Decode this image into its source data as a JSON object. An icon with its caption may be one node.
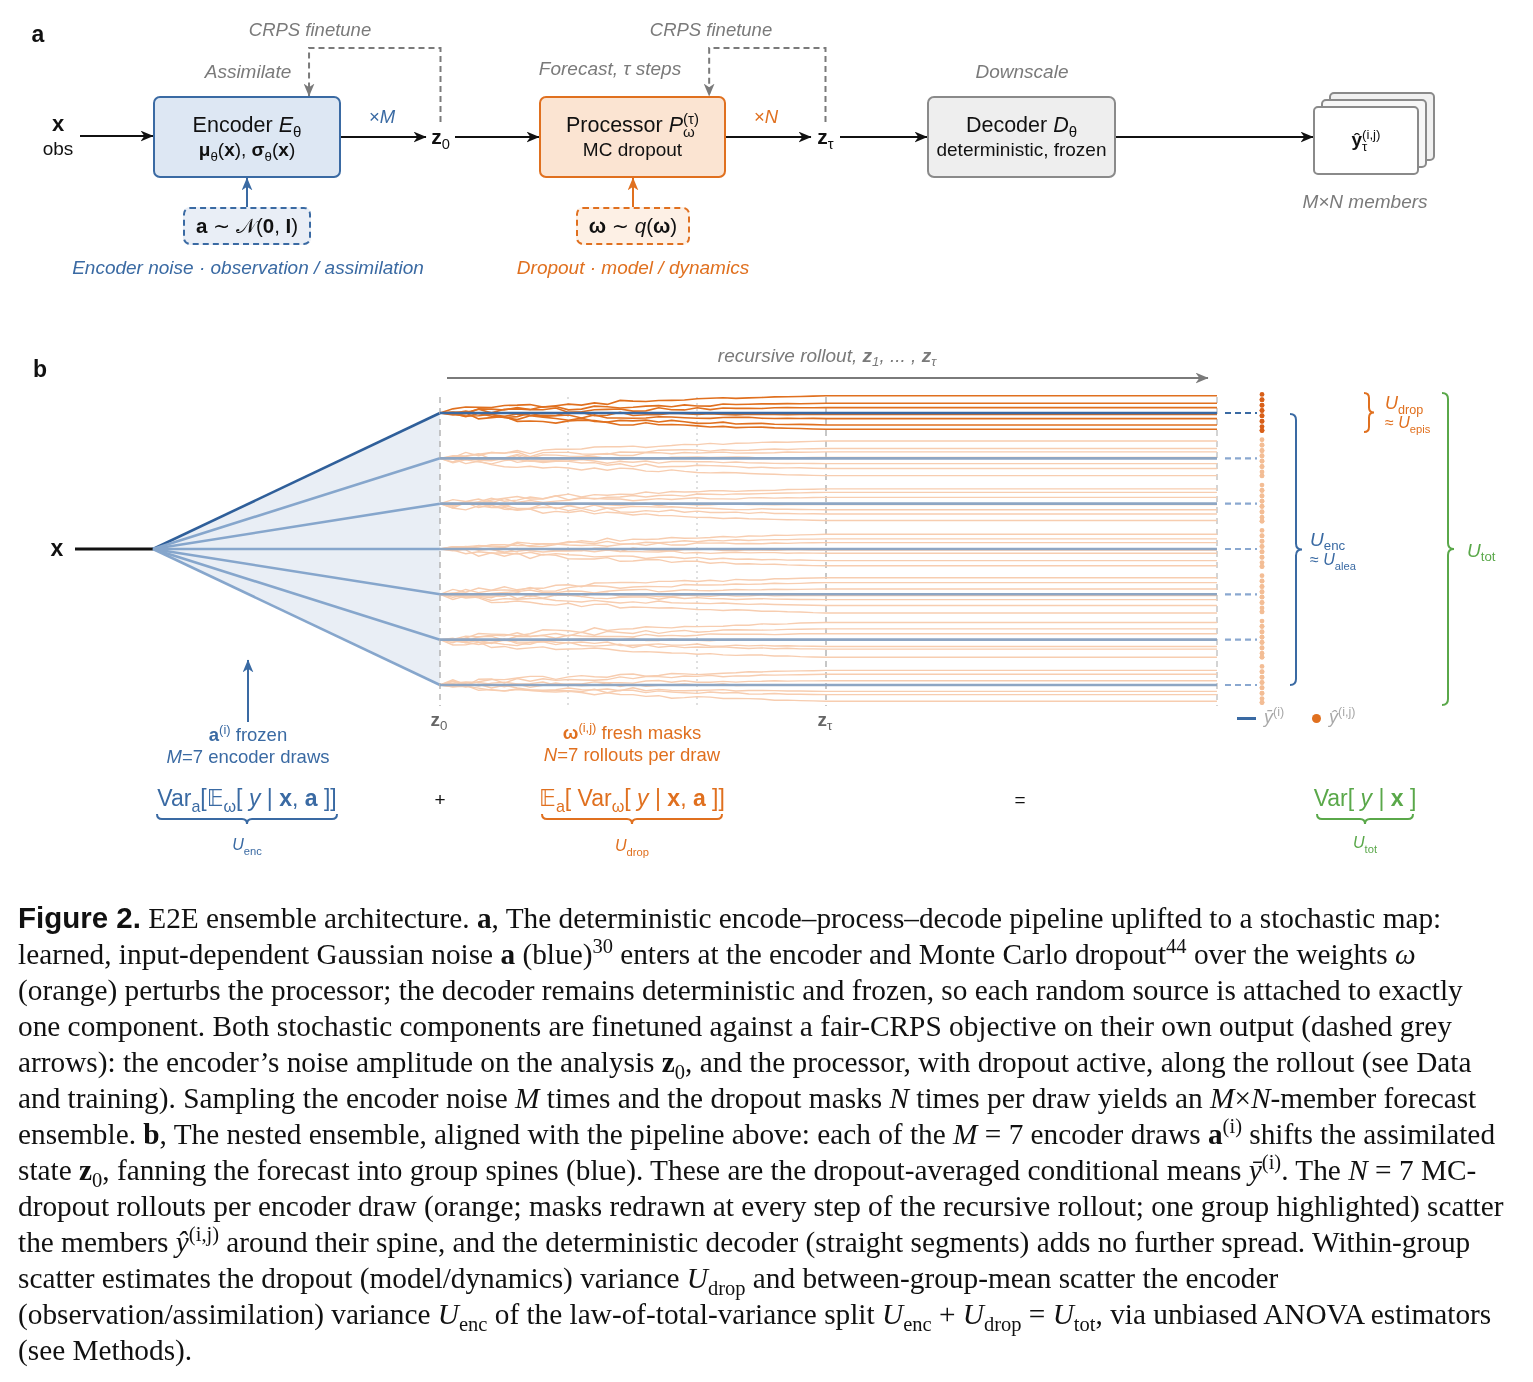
{
  "diagram": {
    "caption": "**Figure 2.** E2E ensemble architecture. **a**, The deterministic encode–process–decode pipeline uplifted to a stochastic map: learned, input-dependent Gaussian noise **a** (blue)$^{30}$ enters at the encoder and Monte Carlo dropout$^{44}$ over the weights *ω* (orange) perturbs the processor; the decoder remains deterministic and frozen, so each random source is attached to exactly one component. Both stochastic components are finetuned against a fair-CRPS objective on their own output (dashed grey arrows): the encoder’s noise amplitude on the analysis **z**$_{0}$, and the processor, with dropout active, along the rollout (see Data and training). Sampling the encoder noise *M* times and the dropout masks *N* times per draw yields an *M*×*N*-member forecast ensemble. **b**, The nested ensemble, aligned with the pipeline above: each of the *M* = 7 encoder draws **a**$^{(i)}$ shifts the assimilated state **z**$_{0}$, fanning the forecast into group spines (blue). These are the dropout-averaged conditional means *ȳ*$^{(i)}$. The *N* = 7 MC-dropout rollouts per encoder draw (orange; masks redrawn at every step of the recursive rollout; one group highlighted) scatter the members *ŷ*$^{(i,j)}$ around their spine, and the deterministic decoder (straight segments) adds no further spread. Within-group scatter estimates the dropout (model/dynamics) variance *U*$_{drop}$ and between-group-mean scatter the encoder (observation/assimilation) variance *U*$_{enc}$ of the law-of-total-variance split *U*$_{enc}$ + *U*$_{drop}$ = *U*$_{tot}$, via unbiased ANOVA estimators (see Methods).",
    "nodes": [
      {
        "text": [
          "x",
          "obs"
        ]
      },
      {
        "text": [
          "Encoder *E*$_{θ}$",
          "**μ**$_{θ}$(**x**), **σ**$_{θ}$(**x**)"
        ],
        "beside": [
          "Assimilate"
        ]
      },
      {
        "text": [
          "**z**$_{0}$"
        ]
      },
      {
        "text": [
          "Processor *P*$_{ω}$$^{(τ)}$",
          "MC dropout"
        ],
        "beside": [
          "Forecast, τ steps"
        ]
      },
      {
        "text": [
          "**z**$_{τ}$"
        ]
      },
      {
        "text": [
          "Decoder *D*$_{θ}$",
          "deterministic, frozen"
        ],
        "beside": [
          "Downscale"
        ]
      },
      {
        "text": [
          "**ŷ**$_{τ}$$^{(i,j)}$"
        ],
        "beside": [
          "M×N members"
        ]
      },
      {
        "text": [
          "**a** ∼ 𝒩(**0**, **I**)"
        ],
        "beside": [
          "Encoder noise · observation / assimilation"
        ]
      },
      {
        "text": [
          "**ω** ∼ *q*(**ω**)"
        ],
        "beside": [
          "Dropout · model / dynamics"
        ]
      },
      {
        "text": [
          "**a**$^{(i)}$ frozen",
          "*M*=7 encoder draws"
        ]
      }
    ],
    "edges": [
      {
        "from": 0,
        "to": 1,
        "arrow": "to"
      },
      {
        "from": 1,
        "to": 2,
        "arrow": "to",
        "label": "×*M*"
      },
      {
        "from": 2,
        "to": 1,
        "arrow": "to",
        "label": "CRPS finetune",
        "style": "dashed",
        "color": "#7a7a7a"
      },
      {
        "from": 2,
        "to": 3,
        "arrow": "to"
      },
      {
        "from": 3,
        "to": 4,
        "arrow": "to",
        "label": "×*N*"
      },
      {
        "from": 4,
        "to": 3,
        "arrow": "to",
        "label": "CRPS finetune",
        "style": "dashed",
        "color": "#7a7a7a"
      },
      {
        "from": 4,
        "to": 5,
        "arrow": "to"
      },
      {
        "from": 5,
        "to": 6,
        "arrow": "to"
      },
      {
        "from": 7,
        "to": 1,
        "arrow": "to",
        "color": "#3a6aa3"
      },
      {
        "from": 8,
        "to": 3,
        "arrow": "to",
        "color": "#e0701f"
      },
      {
        "from": 9,
        "to": null,
        "arrow": "to",
        "color": "#3a6aa3"
      }
    ],
    "labels": [
      "a",
      "b",
      "recursive rollout, **z**$_{1}$, ... , **z**$_{τ}$",
      "*U*$_{drop}$",
      "≈ *U*$_{epis}$",
      "x",
      "*U*$_{enc}$",
      "≈ *U*$_{alea}$",
      "*U*$_{tot}$",
      "**z**$_{0}$",
      "**z**$_{τ}$",
      "**ω**$^{(i,j)}$ fresh masks",
      "*N*=7 rollouts per draw",
      "Var$_{a}$[𝔼$_{ω}$[ *y* | **x**, **a** ]]",
      "+",
      "𝔼$_{a}$[ Var$_{ω}$[ *y* | **x**, **a** ]]",
      "=",
      "Var[ *y* | **x** ]",
      "*U*$_{enc}$",
      "*U*$_{drop}$",
      "*U*$_{tot}$"
    ],
    "legend": [
      {
        "text": "*ȳ*$^{(i)}$"
      },
      {
        "text": "*ŷ*$^{(i,j)}$",
        "color": "#e0701f"
      }
    ]
  }
}
